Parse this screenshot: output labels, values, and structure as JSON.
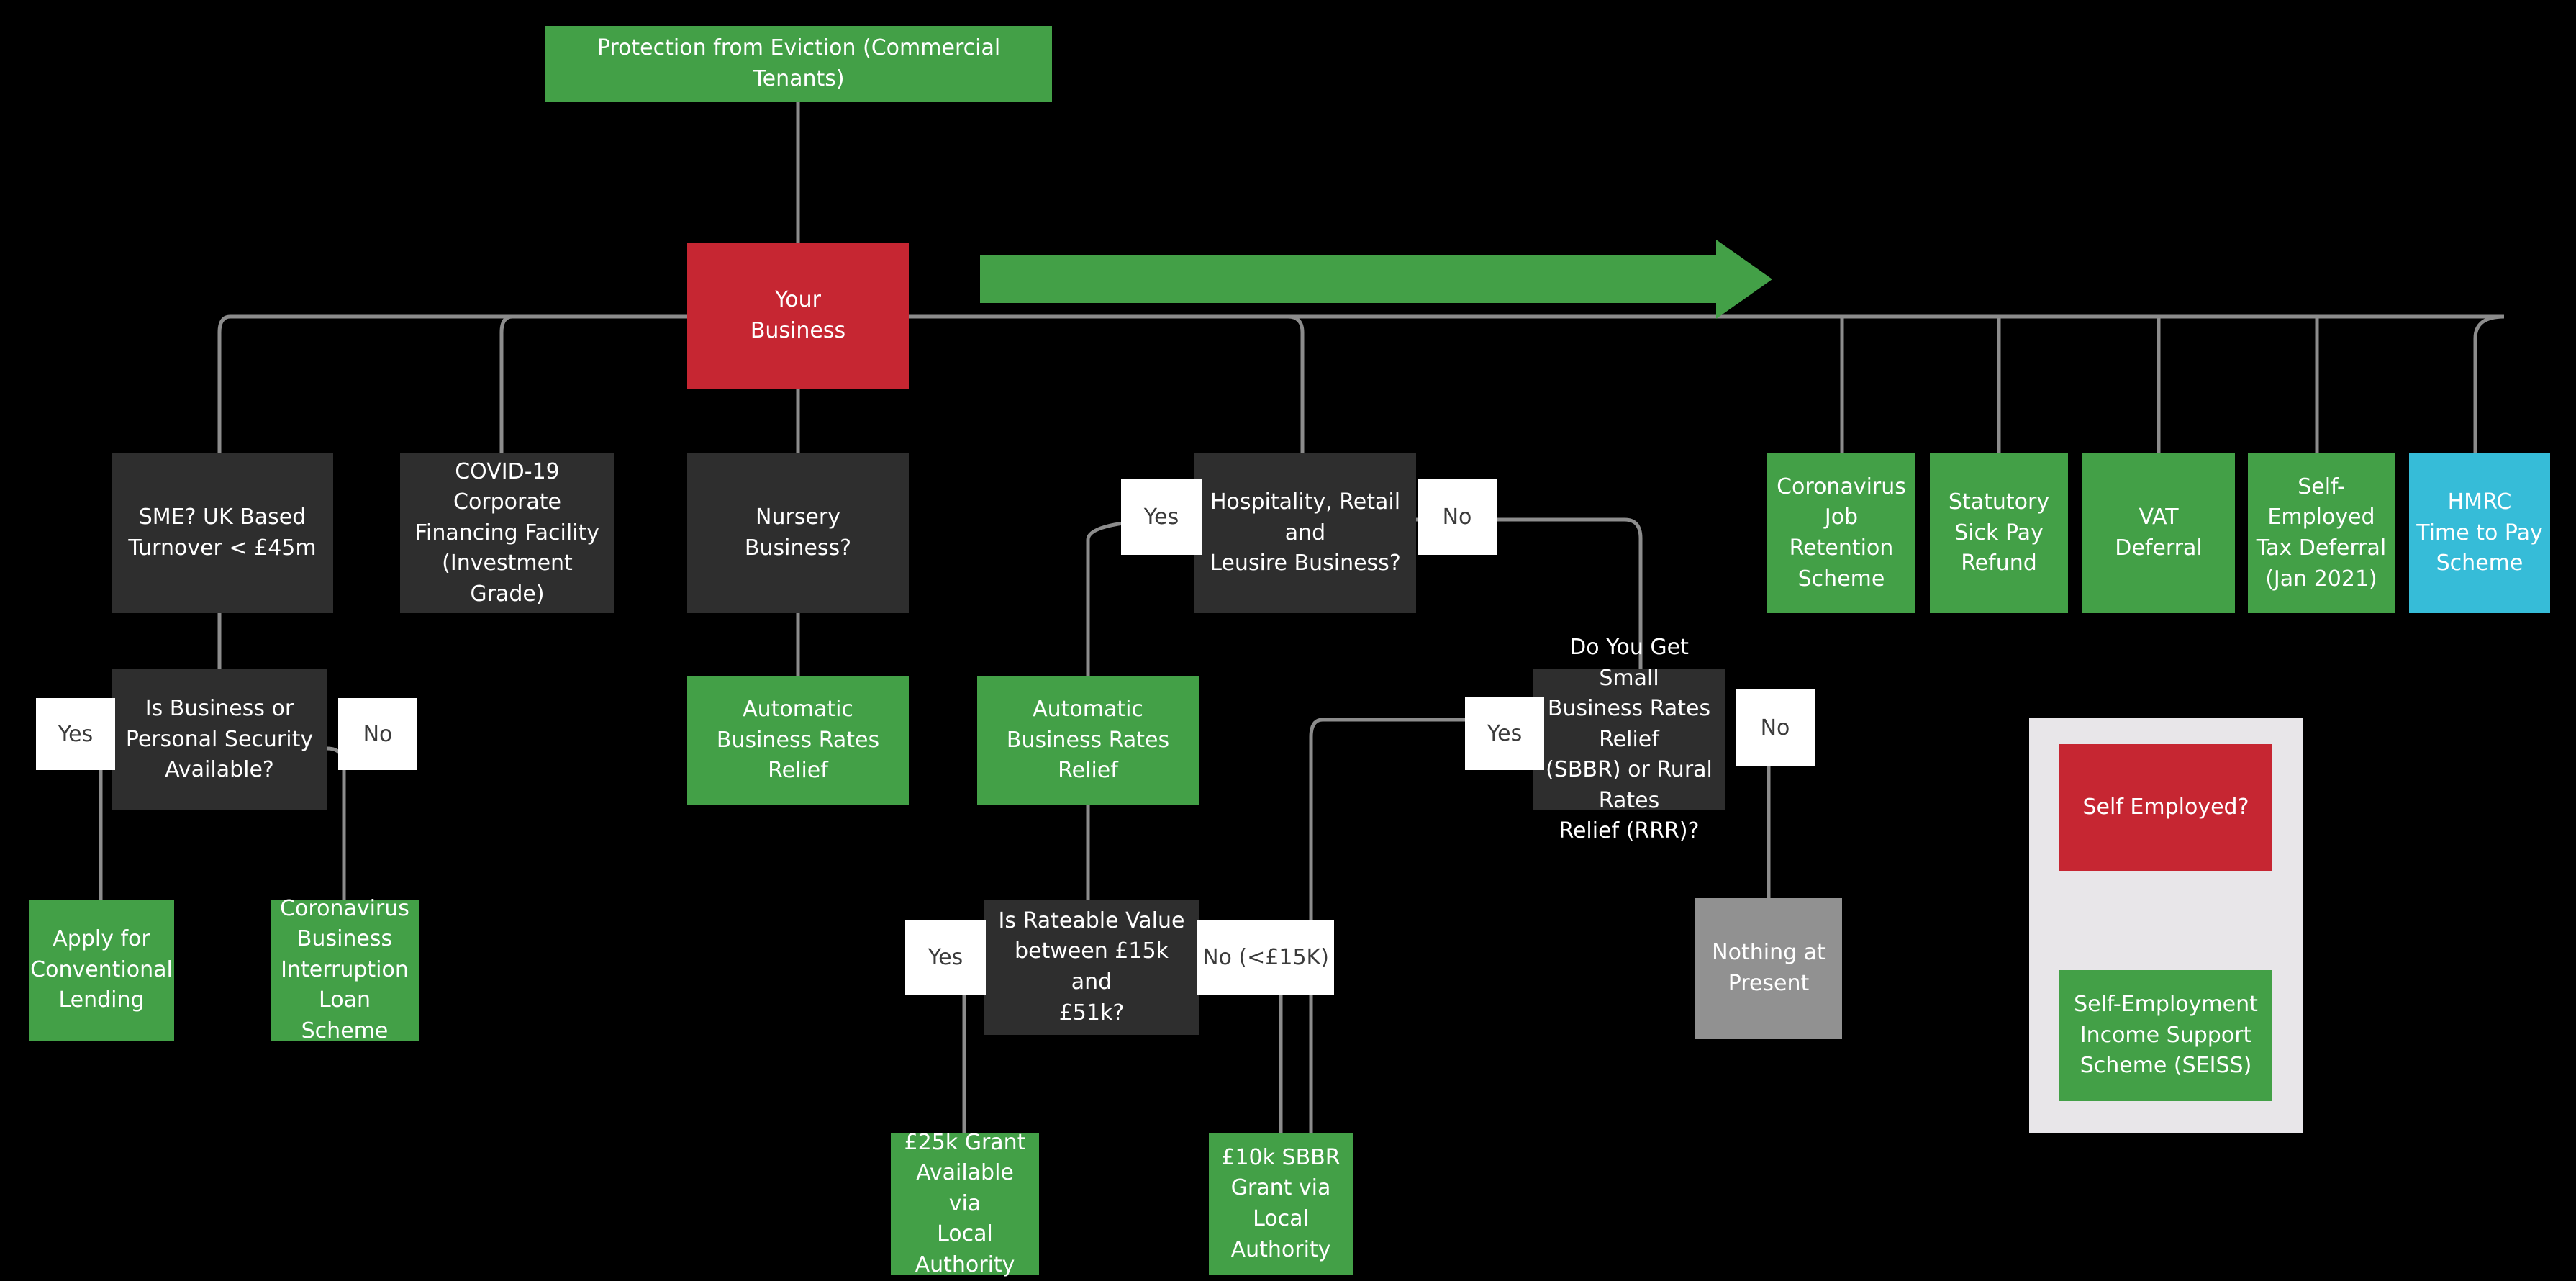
{
  "diagram": {
    "title": "COVID-19 UK Business Support Decision Flowchart",
    "colors": {
      "background": "#000000",
      "green": "#43a047",
      "red": "#c62632",
      "dark": "#2e2e2e",
      "grey": "#919191",
      "cyan": "#36bcd8",
      "connector": "#8c8c8c",
      "label_bg": "#ffffff",
      "label_text": "#3b3b3b",
      "panel_bg": "#e8e6e9",
      "arrow": "#43a047"
    }
  },
  "nodes": {
    "protection_eviction": "Protection from Eviction (Commercial Tenants)",
    "your_business": "Your\nBusiness",
    "sme": "SME? UK Based\nTurnover < £45m",
    "ccff": "COVID-19 Corporate\nFinancing Facility\n(Investment Grade)",
    "nursery": "Nursery\nBusiness?",
    "hospitality": "Hospitality, Retail and\nLeusire Business?",
    "security_available": "Is Business or\nPersonal Security\nAvailable?",
    "conventional_lending": "Apply for\nConventional\nLending",
    "cbils": "Coronavirus\nBusiness\nInterruption\nLoan Scheme",
    "nursery_relief": "Automatic\nBusiness Rates\nRelief",
    "hospitality_relief": "Automatic\nBusiness Rates\nRelief",
    "sbbr_rrr": "Do You Get Small\nBusiness Rates Relief\n(SBBR) or Rural Rates\nRelief (RRR)?",
    "rateable_value": "Is Rateable Value\nbetween £15k and\n£51k?",
    "grant_25k": "£25k Grant\nAvailable via\nLocal\nAuthority",
    "grant_10k": "£10k SBBR\nGrant via\nLocal\nAuthority",
    "nothing_at_present": "Nothing at\nPresent",
    "cjrs": "Coronavirus\nJob\nRetention\nScheme",
    "ssp_refund": "Statutory\nSick Pay\nRefund",
    "vat_deferral": "VAT\nDeferral",
    "self_employed_tax_deferral": "Self-Employed\nTax Deferral\n(Jan 2021)",
    "hmrc_time_to_pay": "HMRC\nTime to Pay\nScheme",
    "self_employed_question": "Self Employed?",
    "seiss": "Self-Employment\nIncome Support\nScheme (SEISS)"
  },
  "edge_labels": {
    "security_yes": "Yes",
    "security_no": "No",
    "hospitality_yes": "Yes",
    "hospitality_no": "No",
    "sbbr_yes": "Yes",
    "sbbr_no": "No",
    "rateable_yes": "Yes",
    "rateable_no": "No (<£15K)"
  }
}
